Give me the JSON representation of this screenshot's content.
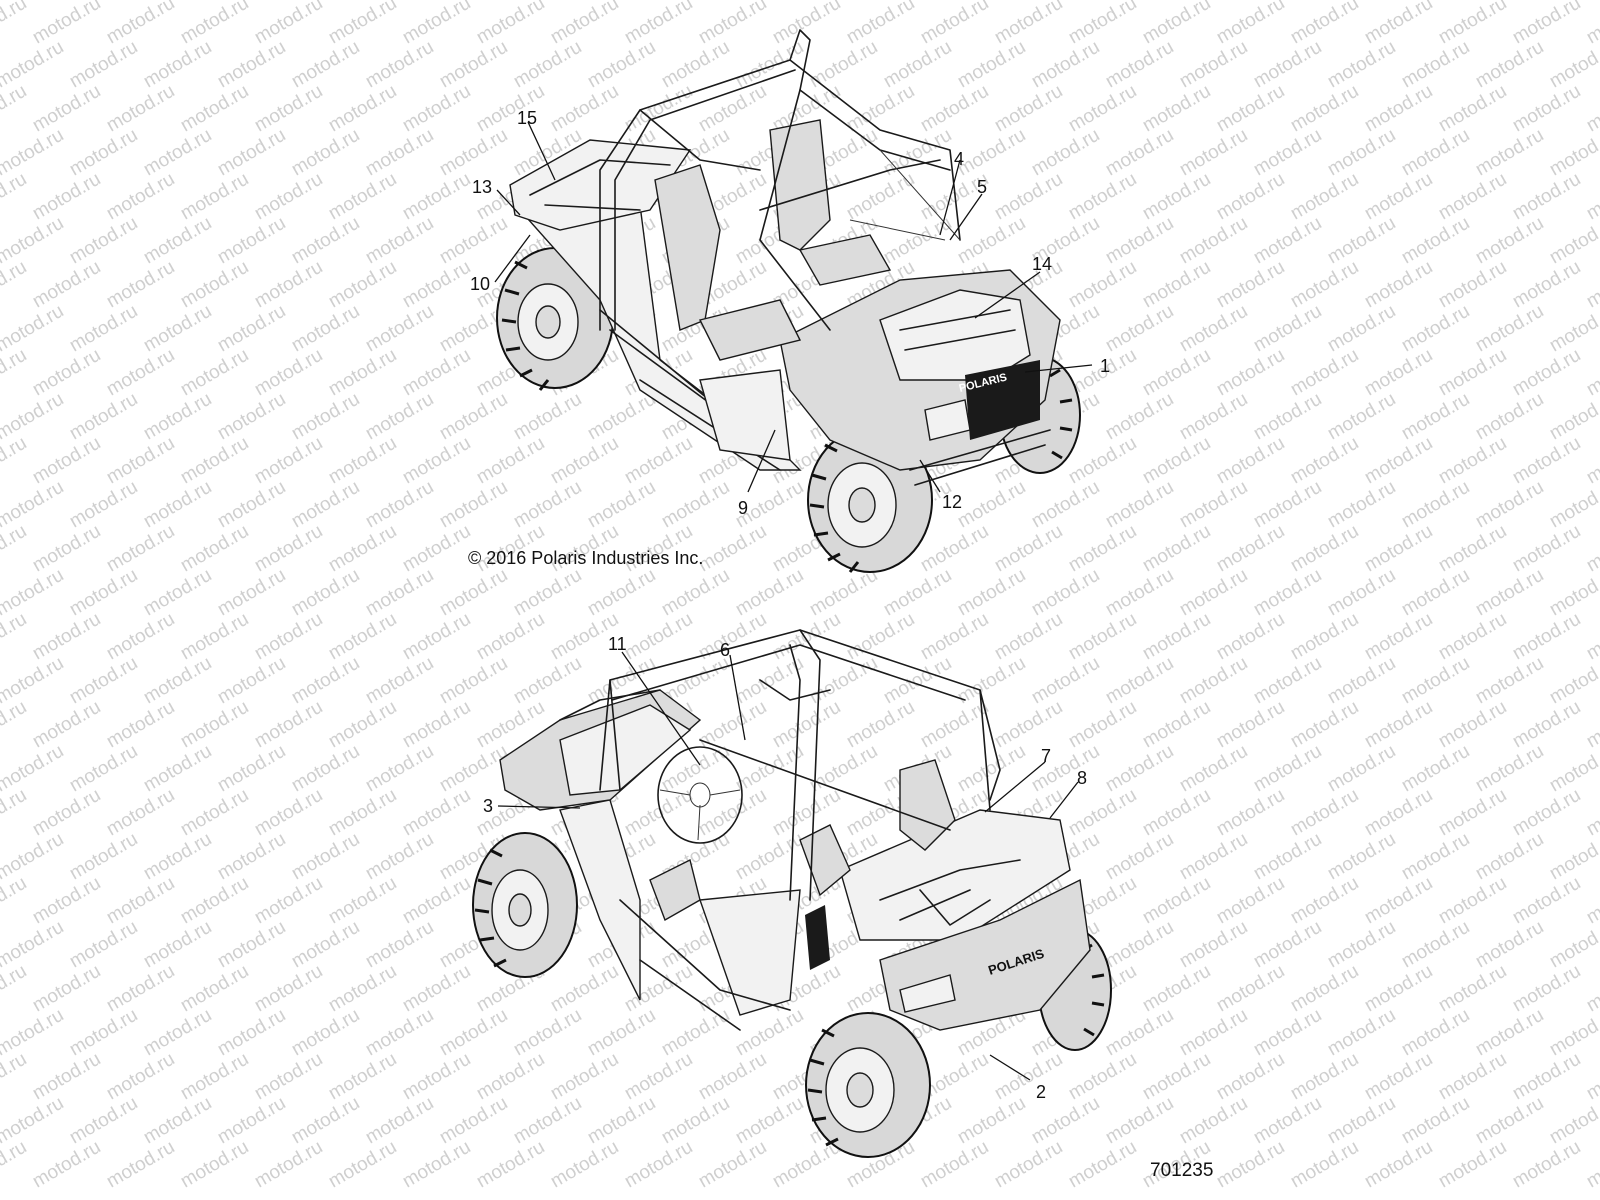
{
  "copyright": "© 2016 Polaris Industries Inc.",
  "figure_number": "701235",
  "watermark": "motod.ru",
  "brand_badge": "POLARIS",
  "callouts": {
    "c1": "1",
    "c2": "2",
    "c3": "3",
    "c4": "4",
    "c5": "5",
    "c6": "6",
    "c7": "7",
    "c8": "8",
    "c9": "9",
    "c10": "10",
    "c11": "11",
    "c12": "12",
    "c13": "13",
    "c14": "14",
    "c15": "15"
  }
}
